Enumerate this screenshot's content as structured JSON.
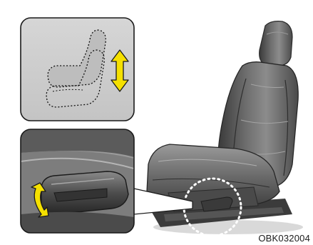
{
  "figure": {
    "image_code": "OBK032004",
    "inset_top": {
      "depicts": "seat-height-adjustment-diagram",
      "icon": "up-down-arrow-icon",
      "accent_color": "#f5e000"
    },
    "inset_bottom": {
      "depicts": "seat-height-lever-closeup",
      "icon": "curved-arrow-icon",
      "accent_color": "#f5e000"
    },
    "main_photo": {
      "depicts": "car-seat",
      "callout": "dotted-circle-lever-highlight"
    }
  }
}
